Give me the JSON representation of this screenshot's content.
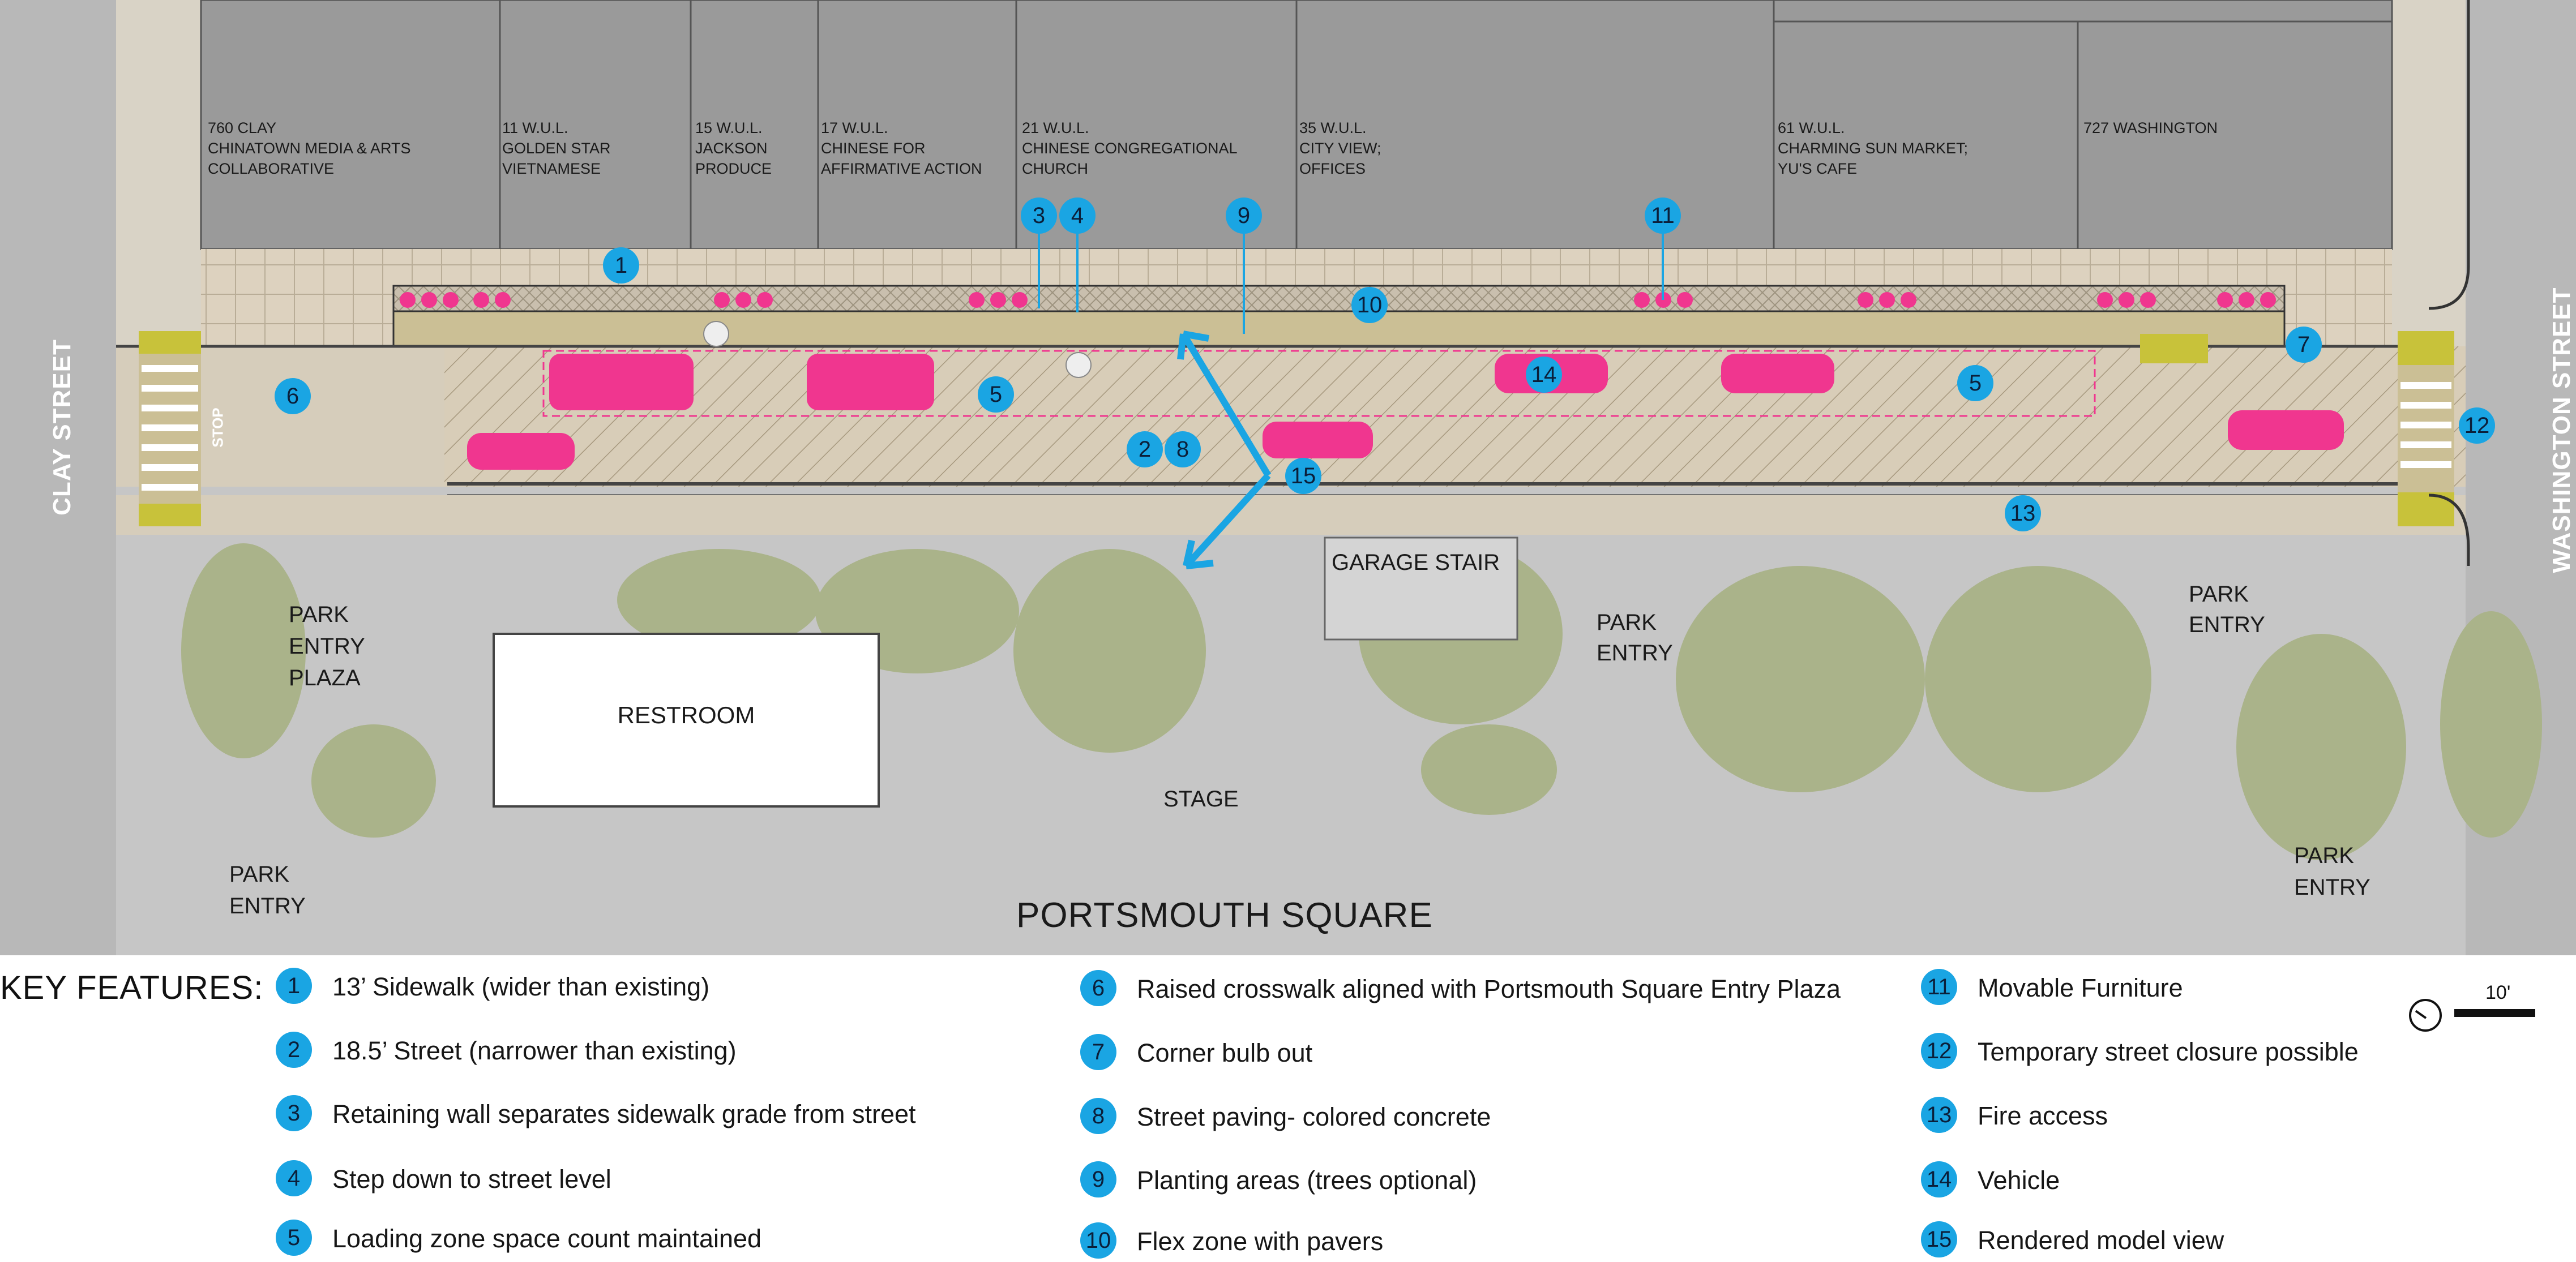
{
  "buildings": [
    {
      "address": "760 CLAY",
      "lines": [
        "CHINATOWN MEDIA & ARTS",
        "COLLABORATIVE"
      ]
    },
    {
      "address": "11 W.U.L.",
      "lines": [
        "GOLDEN STAR",
        "VIETNAMESE"
      ]
    },
    {
      "address": "15 W.U.L.",
      "lines": [
        "JACKSON",
        "PRODUCE"
      ]
    },
    {
      "address": "17 W.U.L.",
      "lines": [
        "CHINESE FOR",
        "AFFIRMATIVE ACTION"
      ]
    },
    {
      "address": "21 W.U.L.",
      "lines": [
        "CHINESE CONGREGATIONAL",
        "CHURCH"
      ]
    },
    {
      "address": "35 W.U.L.",
      "lines": [
        "CITY VIEW;",
        "OFFICES"
      ]
    },
    {
      "address": "61 W.U.L.",
      "lines": [
        "CHARMING SUN MARKET;",
        "YU'S CAFE"
      ]
    },
    {
      "address": "727 WASHINGTON",
      "lines": []
    }
  ],
  "streets": {
    "left": "CLAY STREET",
    "right": "WASHINGTON STREET",
    "stop": "STOP"
  },
  "labels": {
    "park_entry_plaza": [
      "PARK",
      "ENTRY",
      "PLAZA"
    ],
    "restroom": "RESTROOM",
    "garage_stair": "GARAGE STAIR",
    "park_entry": [
      "PARK",
      "ENTRY"
    ],
    "stage": "STAGE",
    "square": "PORTSMOUTH SQUARE"
  },
  "markers": [
    "1",
    "2",
    "3",
    "4",
    "5",
    "6",
    "7",
    "8",
    "9",
    "10",
    "11",
    "12",
    "13",
    "14",
    "15"
  ],
  "key": {
    "title": "KEY FEATURES:",
    "items": [
      {
        "n": "1",
        "text": "13’ Sidewalk (wider than existing)"
      },
      {
        "n": "2",
        "text": "18.5’ Street (narrower than existing)"
      },
      {
        "n": "3",
        "text": "Retaining wall separates sidewalk grade from street"
      },
      {
        "n": "4",
        "text": "Step down to street level"
      },
      {
        "n": "5",
        "text": "Loading zone space count maintained"
      },
      {
        "n": "6",
        "text": "Raised crosswalk aligned with Portsmouth Square Entry Plaza"
      },
      {
        "n": "7",
        "text": "Corner bulb out"
      },
      {
        "n": "8",
        "text": "Street paving- colored concrete"
      },
      {
        "n": "9",
        "text": "Planting areas (trees optional)"
      },
      {
        "n": "10",
        "text": "Flex zone with pavers"
      },
      {
        "n": "11",
        "text": "Movable Furniture"
      },
      {
        "n": "12",
        "text": "Temporary street closure possible"
      },
      {
        "n": "13",
        "text": "Fire access"
      },
      {
        "n": "14",
        "text": "Vehicle"
      },
      {
        "n": "15",
        "text": "Rendered model view"
      }
    ],
    "scale": "10'"
  },
  "colors": {
    "marker": "#1aa5e3",
    "vehicle": "#f0368f",
    "building": "#999999",
    "park": "#c9c9c9",
    "tree": "#a7b08a"
  }
}
